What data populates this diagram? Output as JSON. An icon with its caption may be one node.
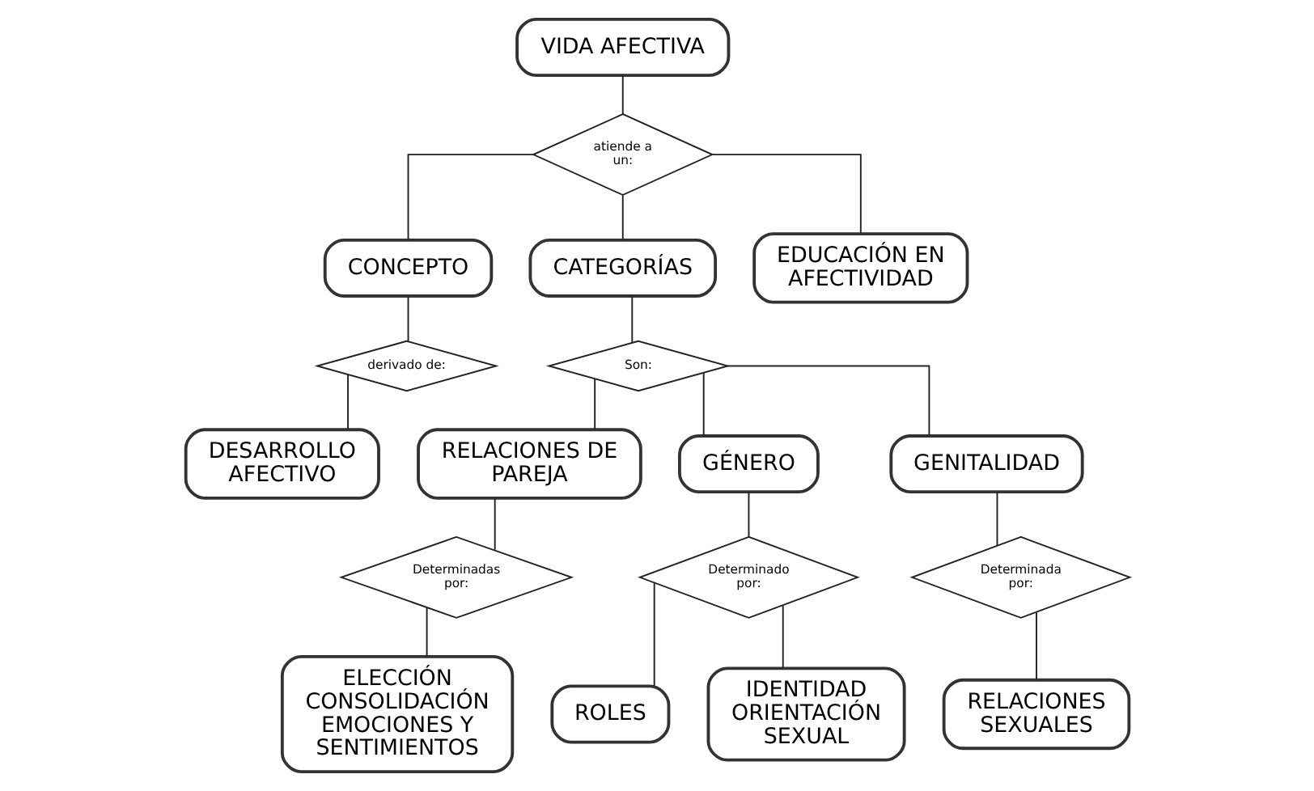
{
  "diagram": {
    "nodes": [
      {
        "text": [
          "VIDA AFECTIVA"
        ]
      },
      {
        "text": [
          "atiende a un:"
        ]
      },
      {
        "text": [
          "CONCEPTO"
        ]
      },
      {
        "text": [
          "CATEGORÍAS"
        ]
      },
      {
        "text": [
          "EDUCACIÓN EN AFECTIVIDAD"
        ]
      },
      {
        "text": [
          "derivado de:"
        ]
      },
      {
        "text": [
          "DESARROLLO AFECTIVO"
        ]
      },
      {
        "text": [
          "Son:"
        ]
      },
      {
        "text": [
          "RELACIONES DE PAREJA"
        ]
      },
      {
        "text": [
          "GÉNERO"
        ]
      },
      {
        "text": [
          "GENITALIDAD"
        ]
      },
      {
        "text": [
          "Determinadas por:"
        ]
      },
      {
        "text": [
          "Determinado por:"
        ]
      },
      {
        "text": [
          "Determinada por:"
        ]
      },
      {
        "text": [
          "ELECCIÓN CONSOLIDACIÓN EMOCIONES Y SENTIMIENTOS"
        ]
      },
      {
        "text": [
          "ROLES"
        ]
      },
      {
        "text": [
          "IDENTIDAD ORIENTACIÓN SEXUAL"
        ]
      },
      {
        "text": [
          "RELACIONES SEXUALES"
        ]
      }
    ],
    "edges": [
      {
        "from": 0,
        "to": 1,
        "arrow": "none"
      },
      {
        "from": 1,
        "to": 2,
        "arrow": "none"
      },
      {
        "from": 1,
        "to": 3,
        "arrow": "none"
      },
      {
        "from": 1,
        "to": 4,
        "arrow": "none"
      },
      {
        "from": 2,
        "to": 5,
        "arrow": "none"
      },
      {
        "from": 5,
        "to": 6,
        "arrow": "none"
      },
      {
        "from": 3,
        "to": 7,
        "arrow": "none"
      },
      {
        "from": 7,
        "to": 8,
        "arrow": "none"
      },
      {
        "from": 7,
        "to": 9,
        "arrow": "none"
      },
      {
        "from": 7,
        "to": 10,
        "arrow": "none"
      },
      {
        "from": 8,
        "to": 11,
        "arrow": "none"
      },
      {
        "from": 11,
        "to": 14,
        "arrow": "none"
      },
      {
        "from": 9,
        "to": 12,
        "arrow": "none"
      },
      {
        "from": 12,
        "to": 15,
        "arrow": "none"
      },
      {
        "from": 12,
        "to": 16,
        "arrow": "none"
      },
      {
        "from": 10,
        "to": 13,
        "arrow": "none"
      },
      {
        "from": 13,
        "to": 17,
        "arrow": "none"
      }
    ]
  }
}
